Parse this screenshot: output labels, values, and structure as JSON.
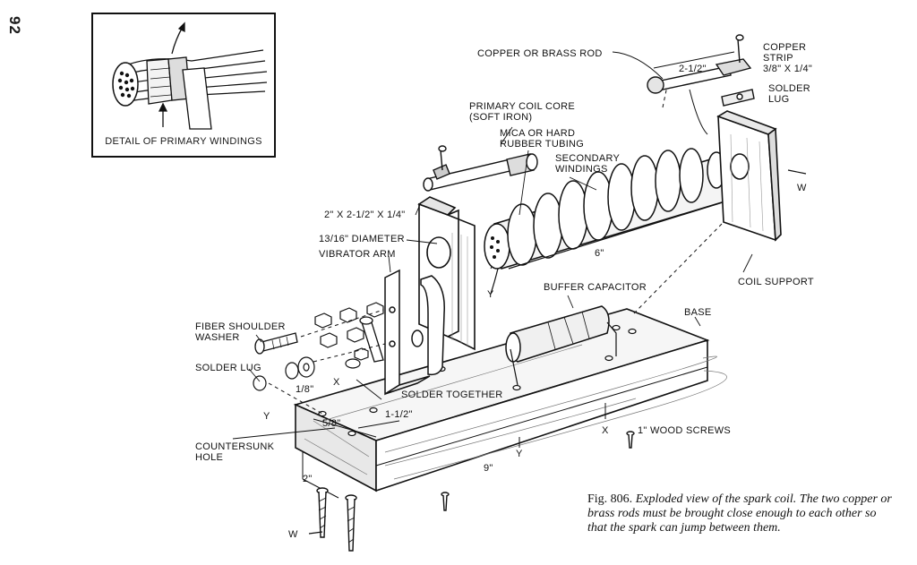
{
  "page_number": "92",
  "detail": {
    "caption": "DETAIL OF PRIMARY WINDINGS"
  },
  "labels": {
    "copper_or_brass_rod": "COPPER OR BRASS ROD",
    "dim_2_1_2": "2-1/2\"",
    "copper_strip_line1": "COPPER",
    "copper_strip_line2": "STRIP",
    "copper_strip_line3": "3/8\" X 1/4\"",
    "solder_lug_top_line1": "SOLDER",
    "solder_lug_top_line2": "LUG",
    "primary_core_line1": "PRIMARY COIL CORE",
    "primary_core_line2": "(SOFT IRON)",
    "mica_line1": "MICA OR HARD",
    "mica_line2": "RUBBER TUBING",
    "secondary_line1": "SECONDARY",
    "secondary_line2": "WINDINGS",
    "block_size": "2\" X 2-1/2\" X 1/4\"",
    "diameter": "13/16\" DIAMETER",
    "vibrator_arm": "VIBRATOR ARM",
    "dim_6": "6\"",
    "y_core": "Y",
    "w_right": "W",
    "coil_support": "COIL SUPPORT",
    "buffer_capacitor": "BUFFER CAPACITOR",
    "base": "BASE",
    "fiber_line1": "FIBER SHOULDER",
    "fiber_line2": "WASHER",
    "solder_lug_left": "SOLDER LUG",
    "dim_1_8": "1/8\"",
    "x_arm": "X",
    "solder_together": "SOLDER TOGETHER",
    "y_left": "Y",
    "dim_5_8": "5/8\"",
    "dim_1_1_2": "1-1/2\"",
    "x_base": "X",
    "wood_screws": "1\" WOOD SCREWS",
    "countersunk_line1": "COUNTERSUNK",
    "countersunk_line2": "HOLE",
    "y_base": "Y",
    "dim_9": "9\"",
    "dim_2": "2\"",
    "w_left": "W"
  },
  "caption": {
    "fig": "Fig. 806.",
    "text": "Exploded view of the spark coil. The two copper or brass rods must be brought close enough to each other so that the spark can jump between them."
  }
}
